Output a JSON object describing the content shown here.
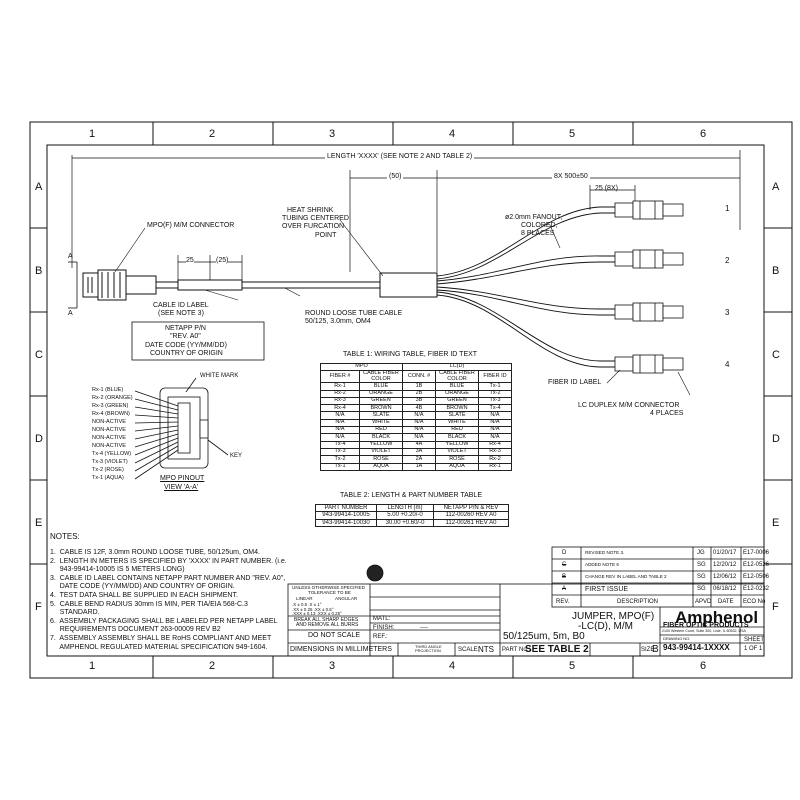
{
  "zone_columns": [
    "1",
    "2",
    "3",
    "4",
    "5",
    "6"
  ],
  "zone_rows": [
    "A",
    "B",
    "C",
    "D",
    "E",
    "F"
  ],
  "dims": {
    "length": "LENGTH 'XXXX' (SEE NOTE 2 AND TABLE 2)",
    "fifty": "(50)",
    "breakout": "8X 500±50",
    "twentyfive_8x": "25 (8X)",
    "twentyfive": "25",
    "twentyfive_ref": "(25)"
  },
  "callouts": {
    "mpo_connector": "MPO(F) M/M CONNECTOR",
    "heat_shrink": [
      "HEAT SHRINK",
      "TUBING CENTERED",
      "OVER FURCATION",
      "POINT"
    ],
    "fanout": [
      "ø2.0mm FANOUT,",
      "COLORED,",
      "8 PLACES"
    ],
    "cable_id_label": [
      "CABLE ID LABEL",
      "(SEE NOTE 3)"
    ],
    "round_cable": [
      "ROUND LOOSE TUBE CABLE",
      "50/125, 3.0mm, OM4"
    ],
    "fiber_id_label": "FIBER ID LABEL",
    "lc_connector": [
      "LC DUPLEX M/M CONNECTOR",
      "4 PLACES"
    ],
    "section_a": "A"
  },
  "label_box": [
    "NETAPP P/N",
    "\"REV. A0\"",
    "DATE CODE (YY/MM/DD)",
    "COUNTRY OF ORIGIN"
  ],
  "leg_numbers": [
    "1",
    "2",
    "3",
    "4"
  ],
  "pinout": {
    "white_mark": "WHITE MARK",
    "key": "KEY",
    "title": [
      "MPO PINOUT",
      "VIEW 'A-A'"
    ],
    "fibers": [
      "Rx-1 (BLUE)",
      "Rx-2 (ORANGE)",
      "Rx-3 (GREEN)",
      "Rx-4 (BROWN)",
      "NON-ACTIVE",
      "NON-ACTIVE",
      "NON-ACTIVE",
      "NON-ACTIVE",
      "Tx-4 (YELLOW)",
      "Tx-3 (VIOLET)",
      "Tx-2 (ROSE)",
      "Tx-1 (AQUA)"
    ]
  },
  "table1": {
    "title": "TABLE 1: WIRING TABLE, FIBER ID TEXT",
    "group_headers": [
      "MPO",
      "LC(D)"
    ],
    "headers": [
      "FIBER #",
      "CABLE FIBER COLOR",
      "CONN. #",
      "CABLE FIBER COLOR",
      "FIBER ID"
    ],
    "rows": [
      [
        "Rx-1",
        "BLUE",
        "1B",
        "BLUE",
        "Tx-1"
      ],
      [
        "Rx-2",
        "ORANGE",
        "2B",
        "ORANGE",
        "Tx-2"
      ],
      [
        "Rx-3",
        "GREEN",
        "3B",
        "GREEN",
        "Tx-3"
      ],
      [
        "Rx-4",
        "BROWN",
        "4B",
        "BROWN",
        "Tx-4"
      ],
      [
        "N/A",
        "SLATE",
        "N/A",
        "SLATE",
        "N/A"
      ],
      [
        "N/A",
        "WHITE",
        "N/A",
        "WHITE",
        "N/A"
      ],
      [
        "N/A",
        "RED",
        "N/A",
        "RED",
        "N/A"
      ],
      [
        "N/A",
        "BLACK",
        "N/A",
        "BLACK",
        "N/A"
      ],
      [
        "Tx-4",
        "YELLOW",
        "4A",
        "YELLOW",
        "Rx-4"
      ],
      [
        "Tx-3",
        "VIOLET",
        "3A",
        "VIOLET",
        "Rx-3"
      ],
      [
        "Tx-2",
        "ROSE",
        "2A",
        "ROSE",
        "Rx-2"
      ],
      [
        "Tx-1",
        "AQUA",
        "1A",
        "AQUA",
        "Rx-1"
      ]
    ]
  },
  "table2": {
    "title": "TABLE 2: LENGTH & PART NUMBER TABLE",
    "headers": [
      "PART NUMBER",
      "LENGTH (m)",
      "NETAPP P/N & REV"
    ],
    "rows": [
      [
        "943-99414-10005",
        "5.00 +0.20/-0",
        "112-00260 REV A0"
      ],
      [
        "943-99414-10030",
        "30.00 +0.60/-0",
        "112-00261 REV A0"
      ]
    ]
  },
  "notes": {
    "title": "NOTES:",
    "lines": [
      "1.  CABLE IS 12F, 3.0mm ROUND LOOSE TUBE, 50/125um, OM4.",
      "2.  LENGTH IN METERS IS SPECIFIED BY 'XXXX' IN PART NUMBER. (i.e.",
      "     943-99414-10005 IS 5 METERS LONG)",
      "3.  CABLE ID LABEL CONTAINS NETAPP PART NUMBER AND \"REV. A0\",",
      "     DATE CODE (YY/MM/DD) AND COUNTRY OF ORIGIN.",
      "4.  TEST DATA SHALL BE SUPPLIED IN EACH SHIPMENT.",
      "5.  CABLE BEND RADIUS 30mm IS MIN, PER TIA/EIA 568-C.3",
      "     STANDARD.",
      "6.  ASSEMBLY PACKAGING SHALL BE LABELED PER NETAPP LABEL",
      "     REQUIREMENTS DOCUMENT 263-00009 REV B2",
      "7.  ASSEMBLY ASSEMBLY SHALL BE RoHS COMPLIANT AND MEET",
      "     AMPHENOL REGULATED MATERIAL SPECIFICATION 949-1604."
    ]
  },
  "revisions": {
    "rows": [
      {
        "rev": "D",
        "desc": "REVISED NOTE 3.",
        "apvd": "JG",
        "date": "01/20/17",
        "eco": "E17-0006"
      },
      {
        "rev": "C",
        "desc": "ADDED NOTE 6",
        "apvd": "SG",
        "date": "12/20/12",
        "eco": "E12-0526"
      },
      {
        "rev": "B",
        "desc": "CHANGE REV IN LABEL AND TABLE 2",
        "apvd": "SG",
        "date": "12/06/12",
        "eco": "E12-0506"
      },
      {
        "rev": "A",
        "desc": "FIRST ISSUE",
        "apvd": "SG",
        "date": "06/18/12",
        "eco": "E12-0232"
      }
    ],
    "headers": [
      "REV.",
      "DESCRIPTION",
      "APVD",
      "DATE",
      "ECO No"
    ]
  },
  "title_block": {
    "tolerance": [
      "UNLESS OTHERWISE SPECIFIED",
      "TOLERANCE TO BE"
    ],
    "linear": "LINEAR",
    "angular": "ANGULAR",
    "tol_rows": [
      ".X ± 0.5    .X ± 1°",
      ".XX ± 0.25  .XX ± 0.5°",
      ".XXX ± 0.13  .XXX ± 0.25°"
    ],
    "break_edges": [
      "BREAK ALL SHARP EDGES",
      "AND REMOVE ALL BURRS"
    ],
    "do_not_scale": "DO NOT SCALE",
    "dimensions": "DIMENSIONS IN MILLIMETERS",
    "matl": "MATL:",
    "finish": "FINISH:",
    "finish_value": "----",
    "ref": "REF.:",
    "scale_label": "SCALE:",
    "scale": "NTS",
    "projection": "THIRD ANGLE PROJECTION",
    "company": "Amphenol",
    "division": "FIBER OPTIC PRODUCTS",
    "address": "2100 Western Court, Suite 300, Lisle, IL 60532, USA",
    "title_lines": [
      "JUMPER, MPO(F)",
      "-LC(D), M/M",
      "50/125um,    5m, B0"
    ],
    "drawing_no_label": "DRAWING NO.",
    "drawing_no": "943-99414-1XXXX",
    "size_label": "SIZE:",
    "size": "B",
    "part_no_label": "PART No.:",
    "part_no": "SEE TABLE 2",
    "sheet_label": "SHEET",
    "sheet": "1 OF 1"
  }
}
